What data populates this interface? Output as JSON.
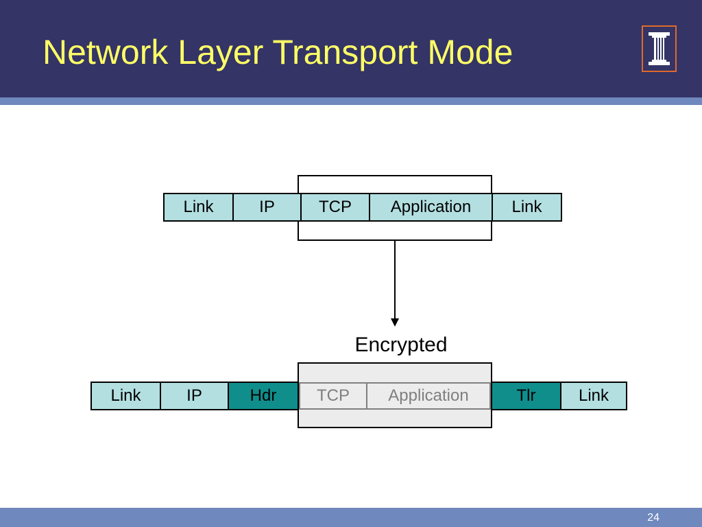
{
  "slide": {
    "title": "Network Layer Transport Mode",
    "page_number": "24"
  },
  "colors": {
    "header_bg": "#343466",
    "title_text": "#ffff66",
    "stripe": "#6f88bd",
    "cell_light": "#b3dfe1",
    "cell_dark": "#0f8e8c",
    "encrypted_bg": "#ececec",
    "logo_accent": "#e06a2a"
  },
  "diagram": {
    "original_packet": [
      "Link",
      "IP",
      "TCP",
      "Application",
      "Link"
    ],
    "caption": "Encrypted",
    "protected_packet": [
      "Link",
      "IP",
      "Hdr",
      "TCP",
      "Application",
      "Tlr",
      "Link"
    ]
  },
  "logo": {
    "icon": "university-column-logo"
  }
}
